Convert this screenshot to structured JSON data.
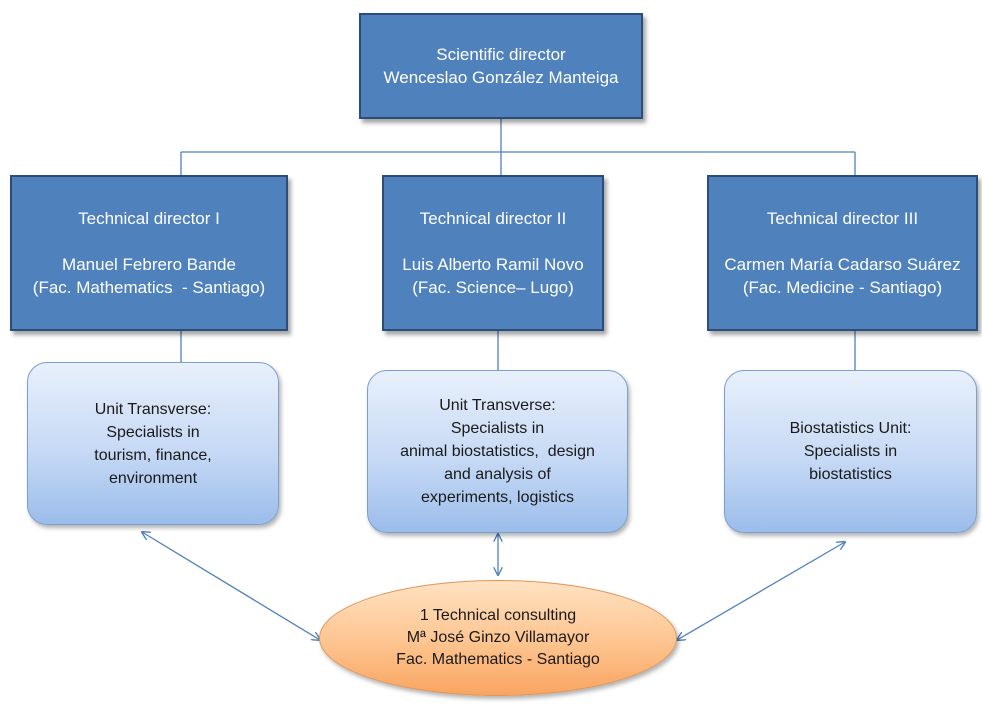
{
  "colors": {
    "director_fill": "#4f81bd",
    "director_border": "#2c4d75",
    "unit_fill": "#c6d9f5",
    "consulting_fill": "#fdc48f",
    "connector": "#4f81bd"
  },
  "scientific_director": {
    "role": "Scientific director",
    "name": "Wenceslao González Manteiga"
  },
  "technical_directors": [
    {
      "role": "Technical director I",
      "name": "Manuel Febrero Bande",
      "affiliation": "(Fac. Mathematics  - Santiago)"
    },
    {
      "role": "Technical director II",
      "name": "Luis Alberto Ramil Novo",
      "affiliation": "(Fac. Science– Lugo)"
    },
    {
      "role": "Technical director III",
      "name": "Carmen María Cadarso Suárez",
      "affiliation": "(Fac. Medicine - Santiago)"
    }
  ],
  "units": [
    {
      "lines": [
        "Unit Transverse:",
        "Specialists in",
        "tourism, finance,",
        "environment"
      ]
    },
    {
      "lines": [
        "Unit Transverse:",
        "Specialists in",
        "animal biostatistics,  design",
        "and analysis of",
        "experiments, logistics"
      ]
    },
    {
      "lines": [
        "Biostatistics Unit:",
        "Specialists in",
        "biostatistics"
      ]
    }
  ],
  "consulting": {
    "title": "1 Technical consulting",
    "name": "Mª José Ginzo Villamayor",
    "affiliation": "Fac. Mathematics - Santiago"
  }
}
